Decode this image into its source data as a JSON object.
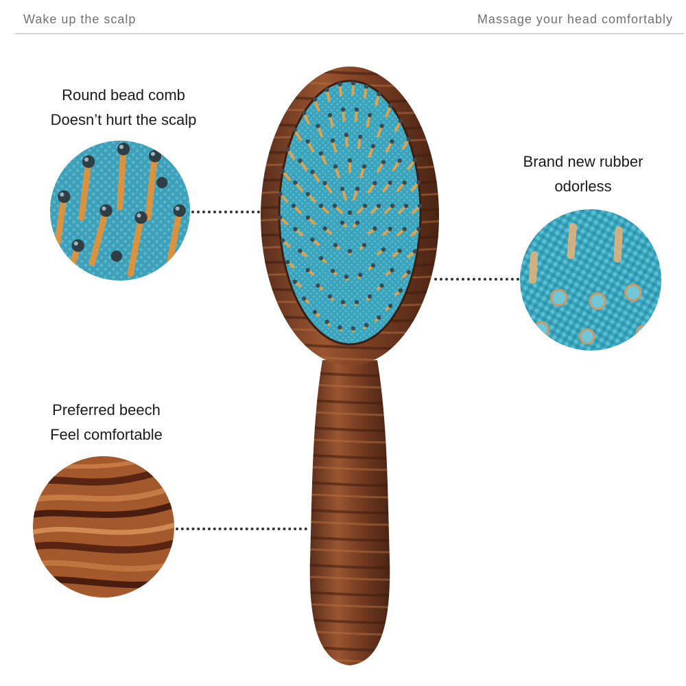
{
  "header": {
    "left_text": "Wake up the scalp",
    "right_text": "Massage your head comfortably"
  },
  "features": {
    "bead_comb": {
      "line1": "Round bead comb",
      "line2": "Doesn’t hurt the scalp"
    },
    "rubber": {
      "line1": "Brand new rubber",
      "line2": "odorless"
    },
    "beech": {
      "line1": "Preferred beech",
      "line2": "Feel comfortable"
    }
  },
  "colors": {
    "wood_dark": "#5a2e1c",
    "wood_mid": "#8a4a2a",
    "wood_light": "#b06a3c",
    "cushion": "#3fa9c0",
    "pin": "#e0a24a",
    "bead": "#3a4a52",
    "dotted_line": "#333333",
    "divider": "#d4d4d4"
  }
}
